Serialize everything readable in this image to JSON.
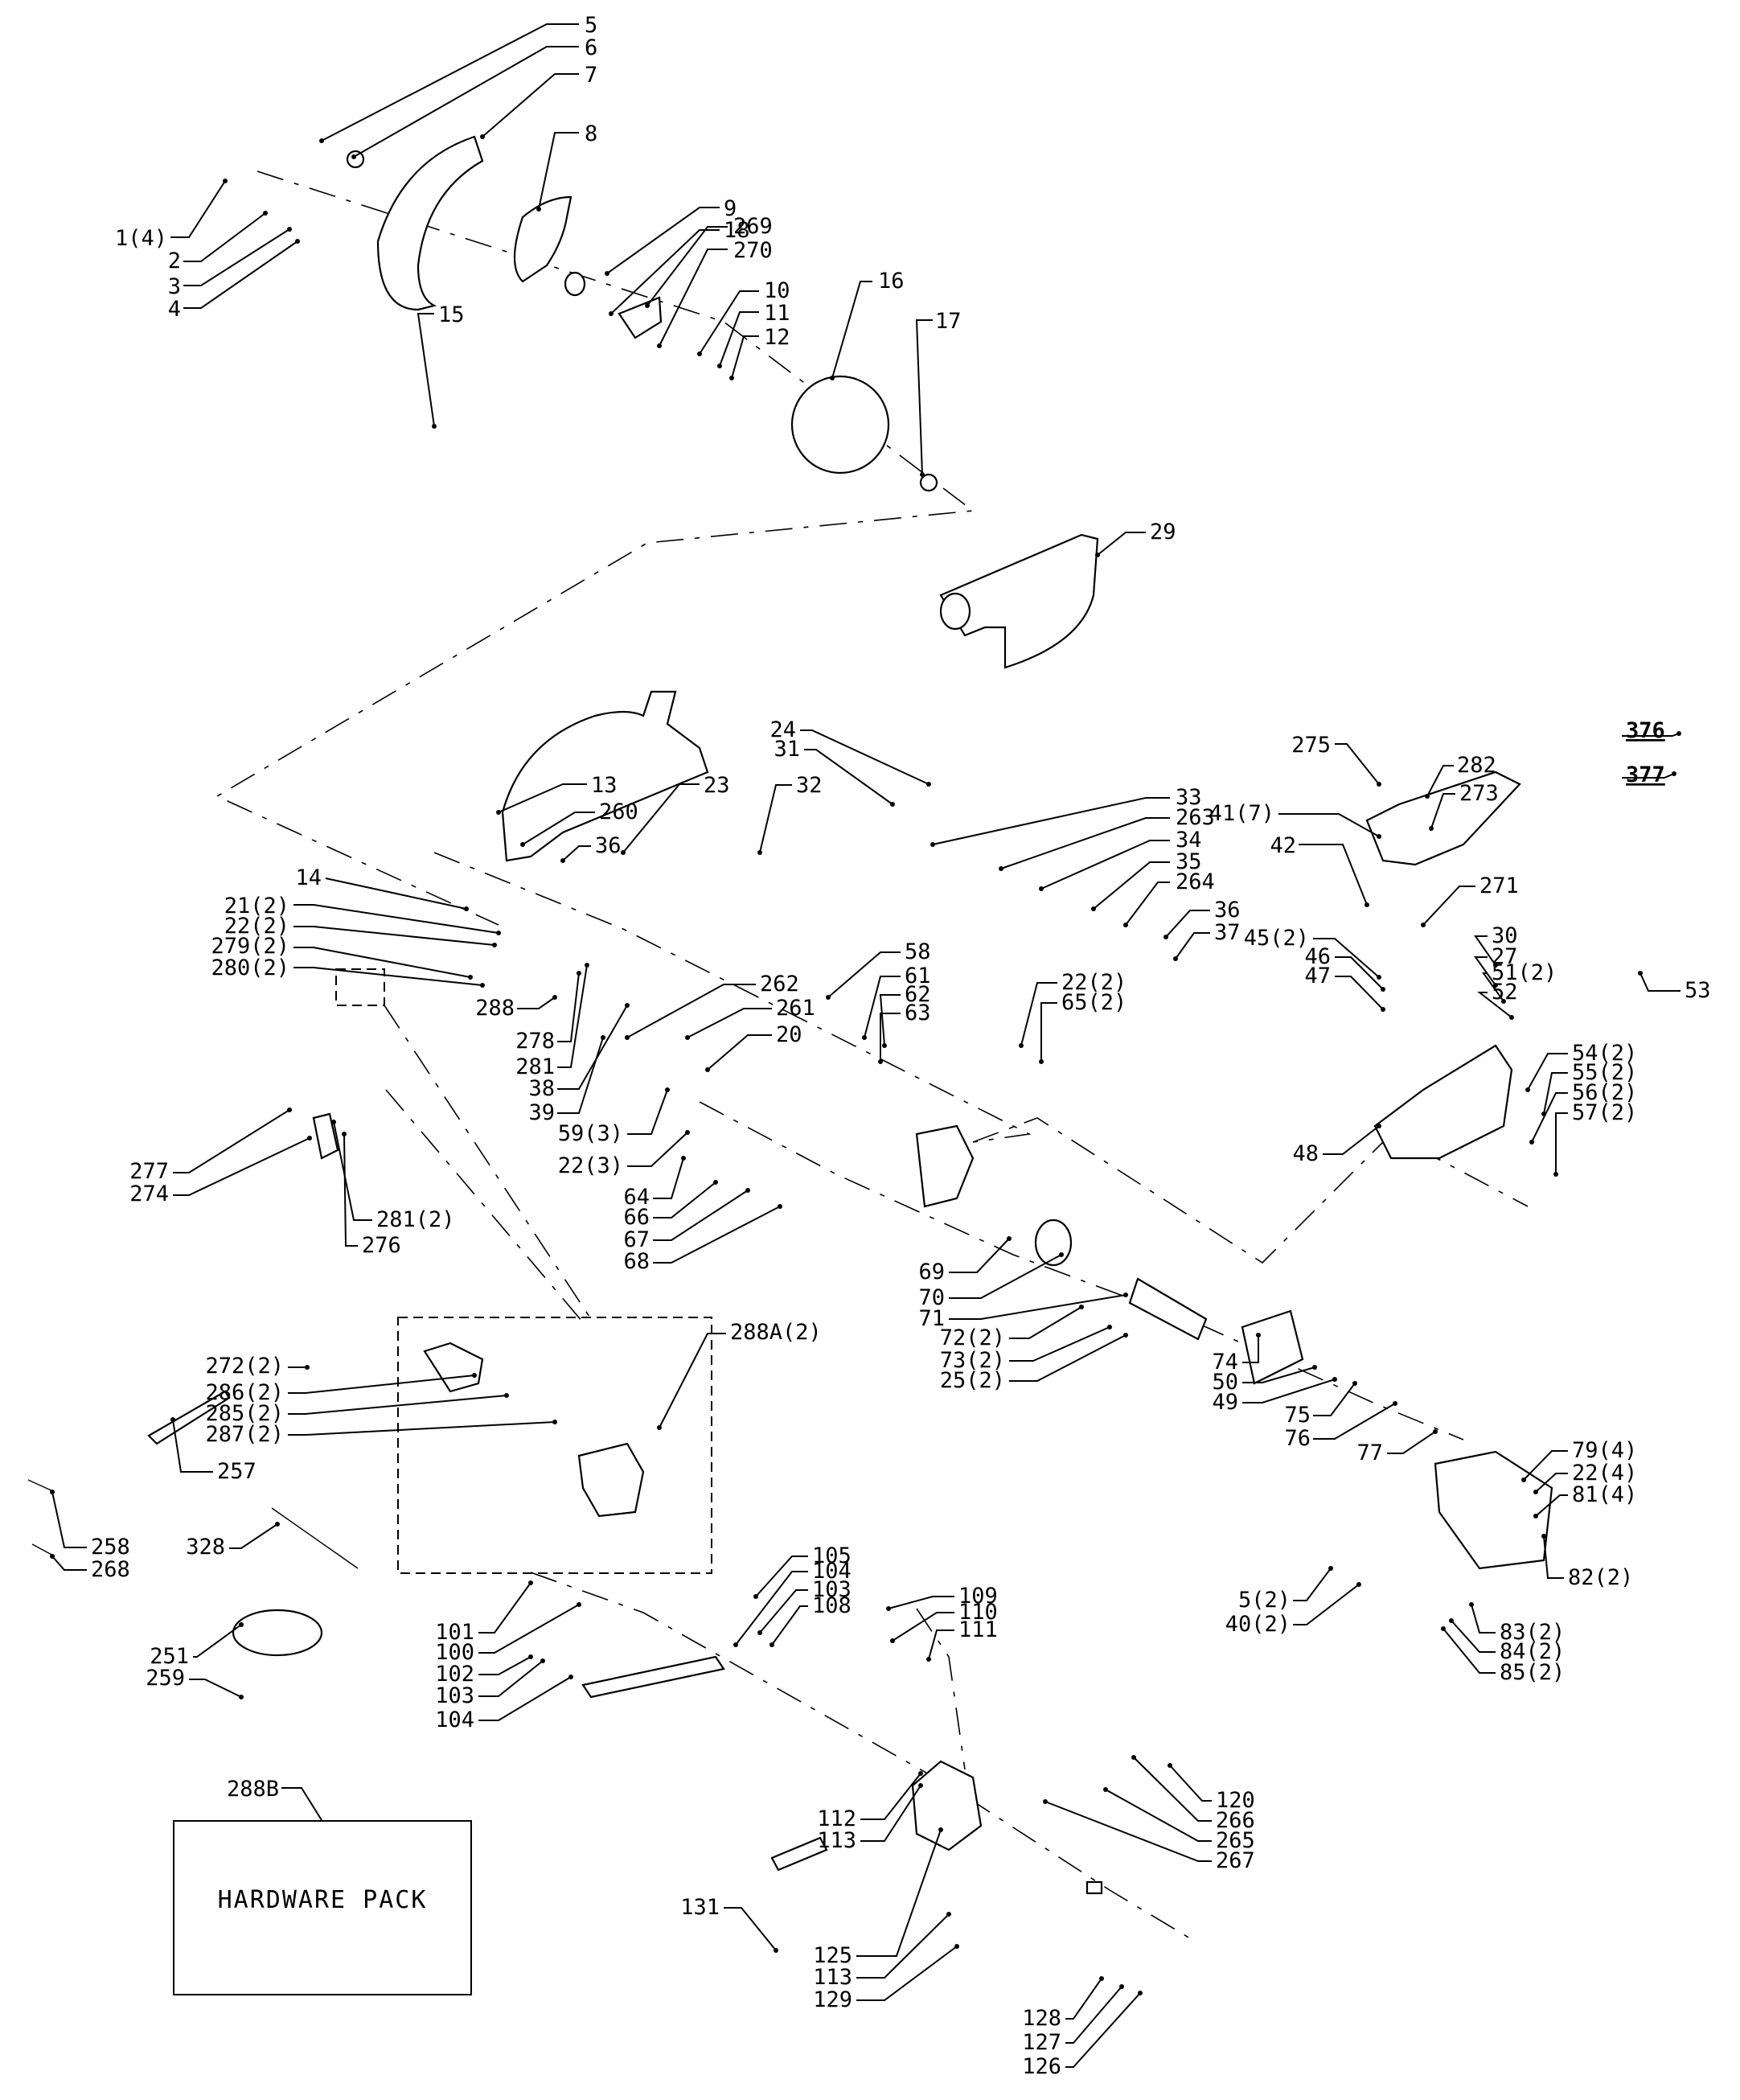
{
  "diagram": {
    "type": "exploded-parts-diagram",
    "subject": "miter saw",
    "hardware_pack": {
      "label": "288B",
      "text": "HARDWARE PACK"
    },
    "callouts": [
      {
        "id": "c5",
        "text": "5"
      },
      {
        "id": "c6",
        "text": "6"
      },
      {
        "id": "c7",
        "text": "7"
      },
      {
        "id": "c8",
        "text": "8"
      },
      {
        "id": "c1",
        "text": "1(4)"
      },
      {
        "id": "c2",
        "text": "2"
      },
      {
        "id": "c3",
        "text": "3"
      },
      {
        "id": "c4",
        "text": "4"
      },
      {
        "id": "c9",
        "text": "9"
      },
      {
        "id": "c18",
        "text": "18"
      },
      {
        "id": "c269",
        "text": "269"
      },
      {
        "id": "c270",
        "text": "270"
      },
      {
        "id": "c10",
        "text": "10"
      },
      {
        "id": "c11",
        "text": "11"
      },
      {
        "id": "c12",
        "text": "12"
      },
      {
        "id": "c16",
        "text": "16"
      },
      {
        "id": "c17",
        "text": "17"
      },
      {
        "id": "c29",
        "text": "29"
      },
      {
        "id": "c15",
        "text": "15"
      },
      {
        "id": "c13",
        "text": "13"
      },
      {
        "id": "c260",
        "text": "260"
      },
      {
        "id": "c36a",
        "text": "36"
      },
      {
        "id": "c23",
        "text": "23"
      },
      {
        "id": "c14",
        "text": "14"
      },
      {
        "id": "c21",
        "text": "21(2)"
      },
      {
        "id": "c22a",
        "text": "22(2)"
      },
      {
        "id": "c279",
        "text": "279(2)"
      },
      {
        "id": "c280",
        "text": "280(2)"
      },
      {
        "id": "c288",
        "text": "288"
      },
      {
        "id": "c278",
        "text": "278"
      },
      {
        "id": "c281",
        "text": "281"
      },
      {
        "id": "c38",
        "text": "38"
      },
      {
        "id": "c39",
        "text": "39"
      },
      {
        "id": "c262",
        "text": "262"
      },
      {
        "id": "c261",
        "text": "261"
      },
      {
        "id": "c20",
        "text": "20"
      },
      {
        "id": "c24",
        "text": "24"
      },
      {
        "id": "c31",
        "text": "31"
      },
      {
        "id": "c32",
        "text": "32"
      },
      {
        "id": "c33",
        "text": "33"
      },
      {
        "id": "c263",
        "text": "263"
      },
      {
        "id": "c34",
        "text": "34"
      },
      {
        "id": "c35",
        "text": "35"
      },
      {
        "id": "c264",
        "text": "264"
      },
      {
        "id": "c36b",
        "text": "36"
      },
      {
        "id": "c37",
        "text": "37"
      },
      {
        "id": "c58",
        "text": "58"
      },
      {
        "id": "c61",
        "text": "61"
      },
      {
        "id": "c62",
        "text": "62"
      },
      {
        "id": "c63",
        "text": "63"
      },
      {
        "id": "c22b",
        "text": "22(2)"
      },
      {
        "id": "c65",
        "text": "65(2)"
      },
      {
        "id": "c59",
        "text": "59(3)"
      },
      {
        "id": "c22c",
        "text": "22(3)"
      },
      {
        "id": "c64",
        "text": "64"
      },
      {
        "id": "c66",
        "text": "66"
      },
      {
        "id": "c67",
        "text": "67"
      },
      {
        "id": "c68",
        "text": "68"
      },
      {
        "id": "c69",
        "text": "69"
      },
      {
        "id": "c70",
        "text": "70"
      },
      {
        "id": "c71",
        "text": "71"
      },
      {
        "id": "c72",
        "text": "72(2)"
      },
      {
        "id": "c73",
        "text": "73(2)"
      },
      {
        "id": "c25",
        "text": "25(2)"
      },
      {
        "id": "c74",
        "text": "74"
      },
      {
        "id": "c50",
        "text": "50"
      },
      {
        "id": "c49",
        "text": "49"
      },
      {
        "id": "c75",
        "text": "75"
      },
      {
        "id": "c76",
        "text": "76"
      },
      {
        "id": "c77",
        "text": "77"
      },
      {
        "id": "c79",
        "text": "79(4)"
      },
      {
        "id": "c22d",
        "text": "22(4)"
      },
      {
        "id": "c81",
        "text": "81(4)"
      },
      {
        "id": "c82",
        "text": "82(2)"
      },
      {
        "id": "c5b",
        "text": "5(2)"
      },
      {
        "id": "c40",
        "text": "40(2)"
      },
      {
        "id": "c83",
        "text": "83(2)"
      },
      {
        "id": "c84",
        "text": "84(2)"
      },
      {
        "id": "c85",
        "text": "85(2)"
      },
      {
        "id": "c275",
        "text": "275"
      },
      {
        "id": "c282",
        "text": "282"
      },
      {
        "id": "c273",
        "text": "273"
      },
      {
        "id": "c41",
        "text": "41(7)"
      },
      {
        "id": "c42",
        "text": "42"
      },
      {
        "id": "c271",
        "text": "271"
      },
      {
        "id": "c45",
        "text": "45(2)"
      },
      {
        "id": "c46",
        "text": "46"
      },
      {
        "id": "c47",
        "text": "47"
      },
      {
        "id": "c30",
        "text": "30"
      },
      {
        "id": "c27",
        "text": "27"
      },
      {
        "id": "c51",
        "text": "51(2)"
      },
      {
        "id": "c52",
        "text": "52"
      },
      {
        "id": "c53",
        "text": "53"
      },
      {
        "id": "c54",
        "text": "54(2)"
      },
      {
        "id": "c55",
        "text": "55(2)"
      },
      {
        "id": "c56",
        "text": "56(2)"
      },
      {
        "id": "c57",
        "text": "57(2)"
      },
      {
        "id": "c48",
        "text": "48"
      },
      {
        "id": "c376",
        "text": "376",
        "bold": true
      },
      {
        "id": "c377",
        "text": "377",
        "bold": true
      },
      {
        "id": "c277",
        "text": "277"
      },
      {
        "id": "c274",
        "text": "274"
      },
      {
        "id": "c281b",
        "text": "281(2)"
      },
      {
        "id": "c276",
        "text": "276"
      },
      {
        "id": "c272",
        "text": "272(2)"
      },
      {
        "id": "c286",
        "text": "286(2)"
      },
      {
        "id": "c285",
        "text": "285(2)"
      },
      {
        "id": "c287",
        "text": "287(2)"
      },
      {
        "id": "c288a",
        "text": "288A(2)"
      },
      {
        "id": "c257",
        "text": "257"
      },
      {
        "id": "c258",
        "text": "258"
      },
      {
        "id": "c328",
        "text": "328"
      },
      {
        "id": "c268",
        "text": "268"
      },
      {
        "id": "c251",
        "text": "251"
      },
      {
        "id": "c259",
        "text": "259"
      },
      {
        "id": "c101",
        "text": "101"
      },
      {
        "id": "c100",
        "text": "100"
      },
      {
        "id": "c102",
        "text": "102"
      },
      {
        "id": "c103a",
        "text": "103"
      },
      {
        "id": "c104a",
        "text": "104"
      },
      {
        "id": "c105",
        "text": "105"
      },
      {
        "id": "c104b",
        "text": "104"
      },
      {
        "id": "c103b",
        "text": "103"
      },
      {
        "id": "c108",
        "text": "108"
      },
      {
        "id": "c109",
        "text": "109"
      },
      {
        "id": "c110",
        "text": "110"
      },
      {
        "id": "c111",
        "text": "111"
      },
      {
        "id": "c120",
        "text": "120"
      },
      {
        "id": "c266",
        "text": "266"
      },
      {
        "id": "c265",
        "text": "265"
      },
      {
        "id": "c267",
        "text": "267"
      },
      {
        "id": "c112",
        "text": "112"
      },
      {
        "id": "c113a",
        "text": "113"
      },
      {
        "id": "c131",
        "text": "131"
      },
      {
        "id": "c125",
        "text": "125"
      },
      {
        "id": "c113b",
        "text": "113"
      },
      {
        "id": "c129",
        "text": "129"
      },
      {
        "id": "c128",
        "text": "128"
      },
      {
        "id": "c127",
        "text": "127"
      },
      {
        "id": "c126",
        "text": "126"
      }
    ]
  }
}
